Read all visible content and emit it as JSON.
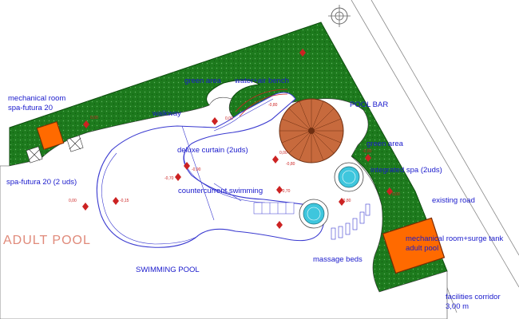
{
  "labels": {
    "mech_room_spa": "mechanical room",
    "spa_futura_20": "spa-futura 20",
    "spa_futura_20_2uds": "spa-futura 20 (2 uds)",
    "green_area_top": "green area",
    "water_air_bench": "water+air bench",
    "pool_bar": "POOL BAR",
    "walkway": "walkway",
    "deluxe_curtain": "deluxe curtain (2uds)",
    "green_area_right": "green area",
    "integrated_spa": "integrated spa (2uds)",
    "countercurrent": "countercurrent swimming",
    "existing_road": "existing road",
    "adult_pool": "ADULT POOL",
    "mech_room_surge": "mechanical room+surge tank",
    "adult_pool_small": "adult pool",
    "massage_beds": "massage beds",
    "swimming_pool": "SWIMMING POOL",
    "facilities_corridor": "facilities corridor",
    "corridor_width": "3,00 m"
  },
  "levels": {
    "l1": "0,00",
    "l2": "-0,15",
    "l3": "-0,70",
    "l4": "-0,90",
    "l5": "0,00",
    "l6": "-0,80",
    "l7": "-0,70",
    "l8": "-0,80",
    "l9": "-0,80",
    "l10": "0,00",
    "l11": "0,00",
    "l12": "0,00",
    "l13": "-0,80"
  },
  "colors": {
    "green": "#1d7a1d",
    "orange": "#ff6a00",
    "pool_line": "#3a3ad0",
    "label_blue": "#1a1acc",
    "bar_roof": "#b3562a",
    "spa_water": "#3ec6dd"
  },
  "icons": {
    "north": "north-arrow-icon",
    "level": "level-marker-icon"
  }
}
